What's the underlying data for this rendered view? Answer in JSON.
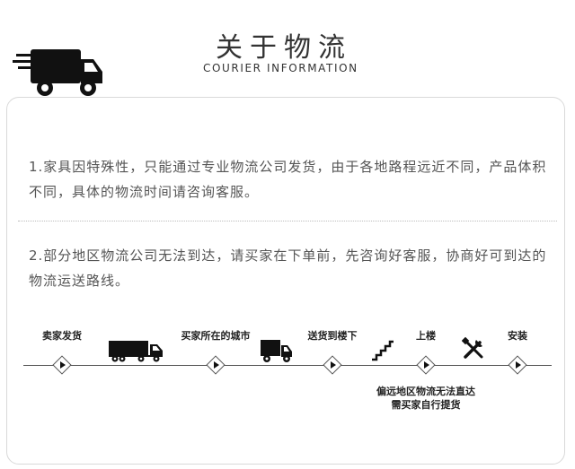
{
  "header": {
    "title": "关于物流",
    "subtitle": "COURIER INFORMATION"
  },
  "notes": {
    "p1": "1.家具因特殊性，只能通过专业物流公司发货，由于各地路程远近不同，产品体积不同，具体的物流时间请咨询客服。",
    "p2": "2.部分地区物流公司无法到达，请买家在下单前，先咨询好客服，协商好可到达的物流运送路线。"
  },
  "flow": {
    "steps": [
      "卖家发货",
      "买家所在的城市",
      "送货到楼下",
      "上楼",
      "安装"
    ],
    "note_line1": "偏远地区物流无法直达",
    "note_line2": "需买家自行提货"
  },
  "icons": [
    "delivery-truck-icon",
    "semi-truck-icon",
    "box-truck-icon",
    "stairs-icon",
    "tools-icon",
    "play-diamond-icon"
  ],
  "colors": {
    "text": "#333333",
    "border": "#d9d9d9",
    "icon": "#111111"
  }
}
